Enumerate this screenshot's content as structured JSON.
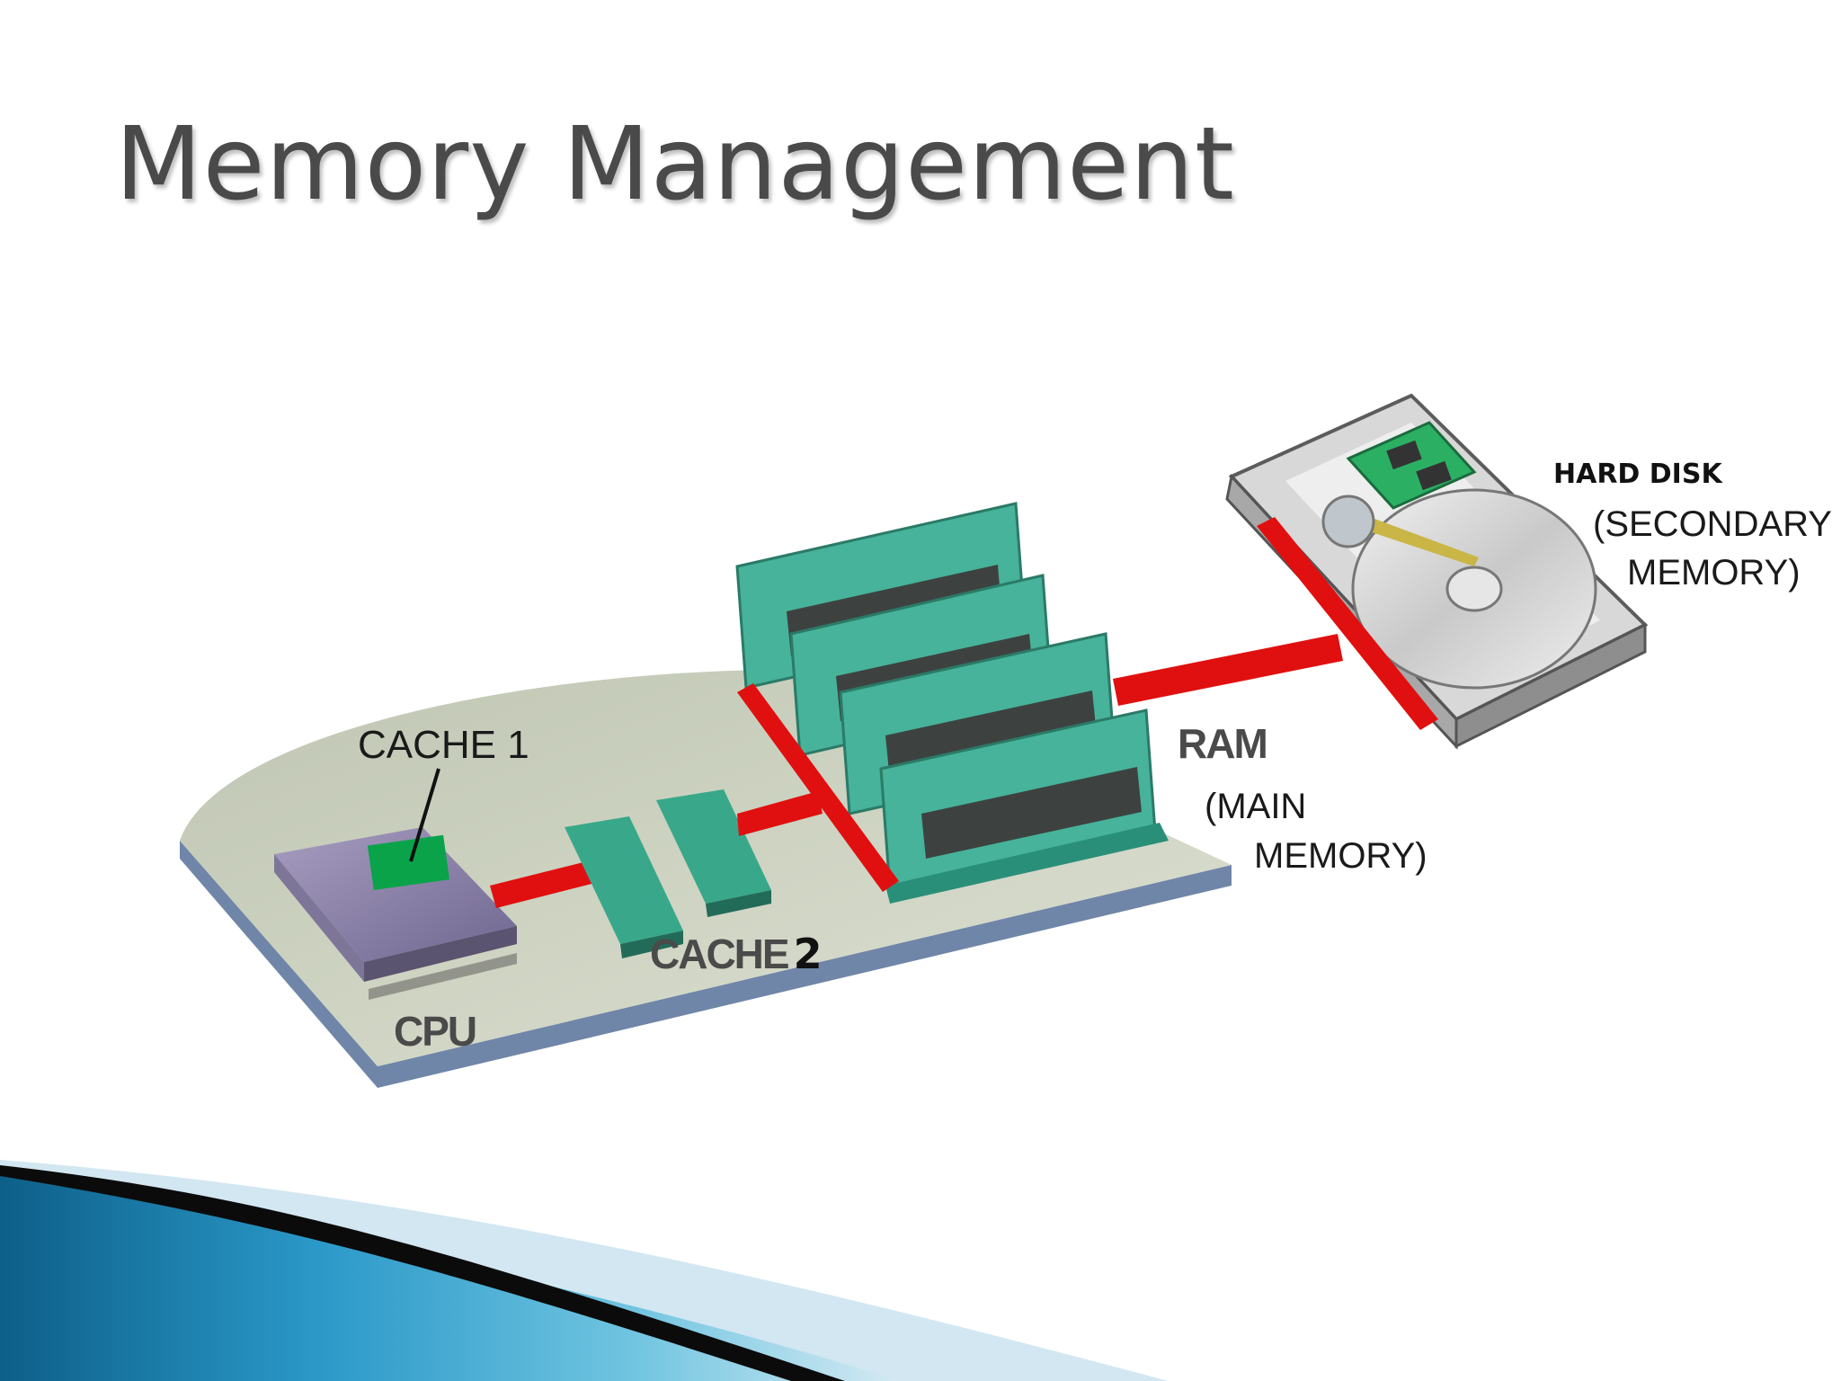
{
  "slide": {
    "title": "Memory Management"
  },
  "labels": {
    "cache1": "CACHE 1",
    "cache2_prefix": "CACHE",
    "cache2_suffix": "2",
    "cpu": "CPU",
    "ram": "RAM",
    "main_memory_line1": "(MAIN",
    "main_memory_line2": "MEMORY)",
    "hard_disk": "HARD DISK",
    "secondary_line1": "(SECONDARY",
    "secondary_line2": "MEMORY)"
  },
  "colors": {
    "connector": "#ee0000",
    "cache1_chip": "#0aa34a",
    "ram_module": "#2db08a",
    "board": "#cfd3bf",
    "accent_band": "#1e8bbf"
  }
}
